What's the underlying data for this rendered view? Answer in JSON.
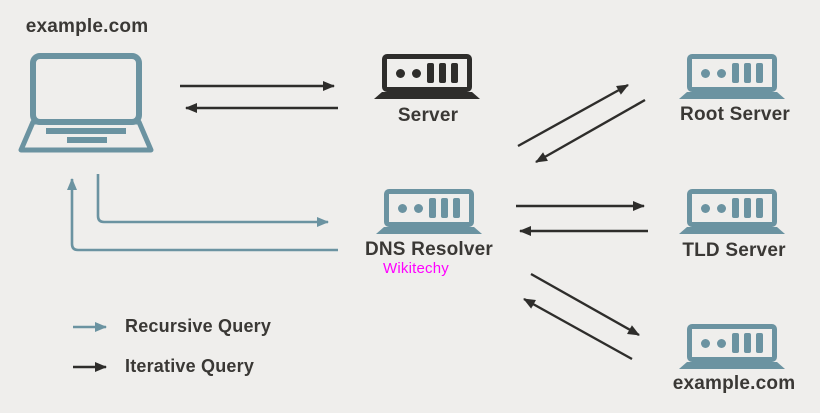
{
  "nodes": {
    "client": {
      "label": "example.com"
    },
    "server": {
      "label": "Server"
    },
    "root_server": {
      "label": "Root Server"
    },
    "dns_resolver": {
      "label": "DNS Resolver",
      "watermark": "Wikitechy"
    },
    "tld_server": {
      "label": "TLD Server"
    },
    "authoritative_server": {
      "label": "example.com"
    }
  },
  "legend": {
    "recursive": "Recursive Query",
    "iterative": "Iterative Query"
  },
  "colors": {
    "background": "#efeeec",
    "teal_accent": "#6b93a1",
    "black_accent": "#2e2d2b",
    "label_text": "#3a3835",
    "watermark_magenta": "#ff00ff"
  }
}
